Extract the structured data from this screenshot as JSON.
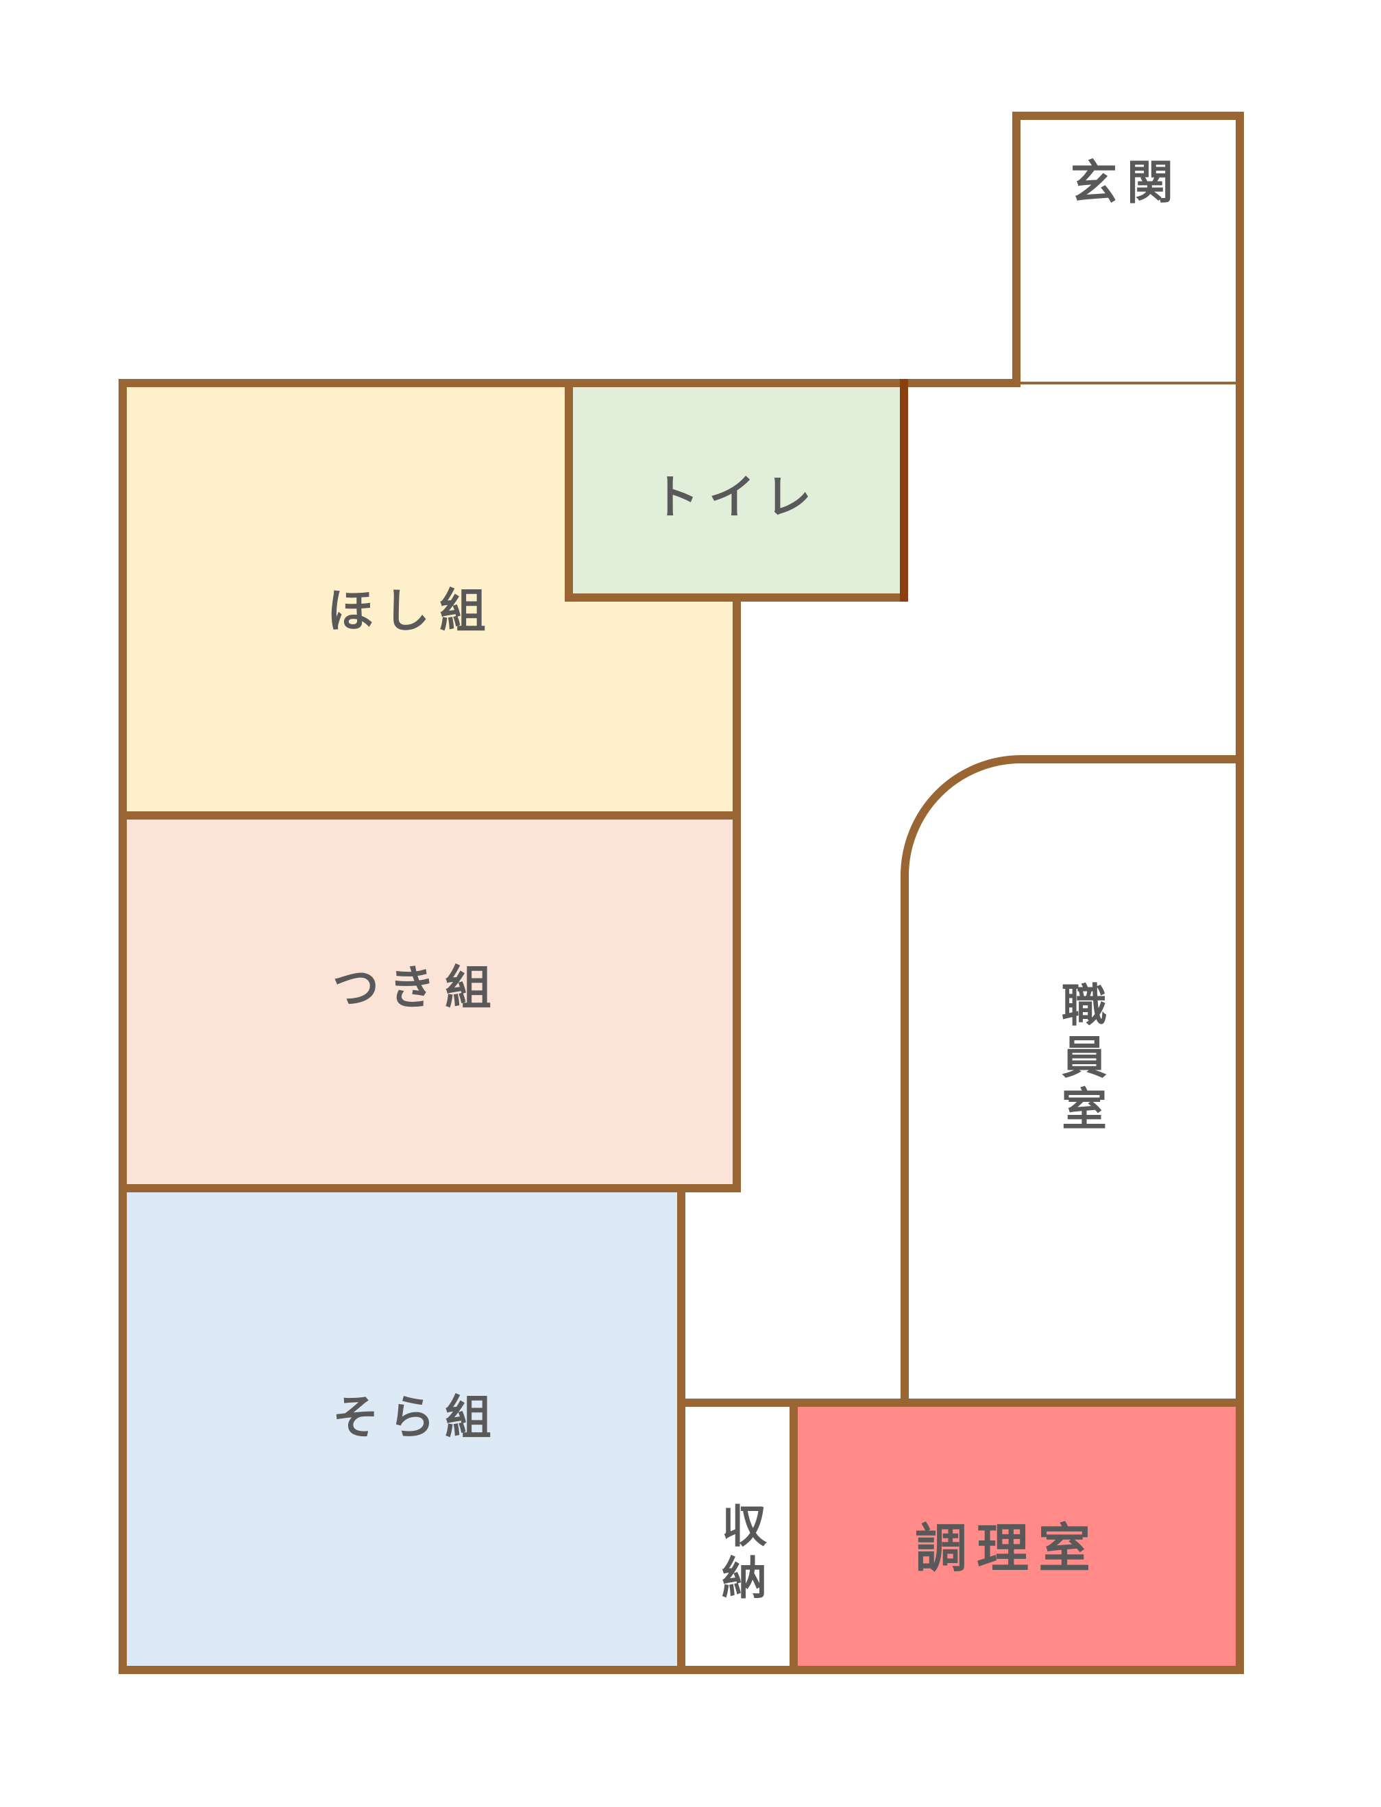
{
  "floor_plan": {
    "colors": {
      "wall": "#996633",
      "toilet_wall_right": "#8B3E10",
      "text": "#595959",
      "hoshi": "#FFF0CC",
      "tsuki": "#FCE3D7",
      "sora": "#DDEAF5",
      "toilet": "#E1EED9",
      "kitchen": "#FF8A88",
      "corridor": "#FFFFFF"
    },
    "rooms": {
      "genkan": "玄関",
      "toilet": "トイレ",
      "hoshi": "ほし組",
      "tsuki": "つき組",
      "sora": "そら組",
      "staff": "職員室",
      "storage": "収納",
      "kitchen": "調理室"
    }
  }
}
